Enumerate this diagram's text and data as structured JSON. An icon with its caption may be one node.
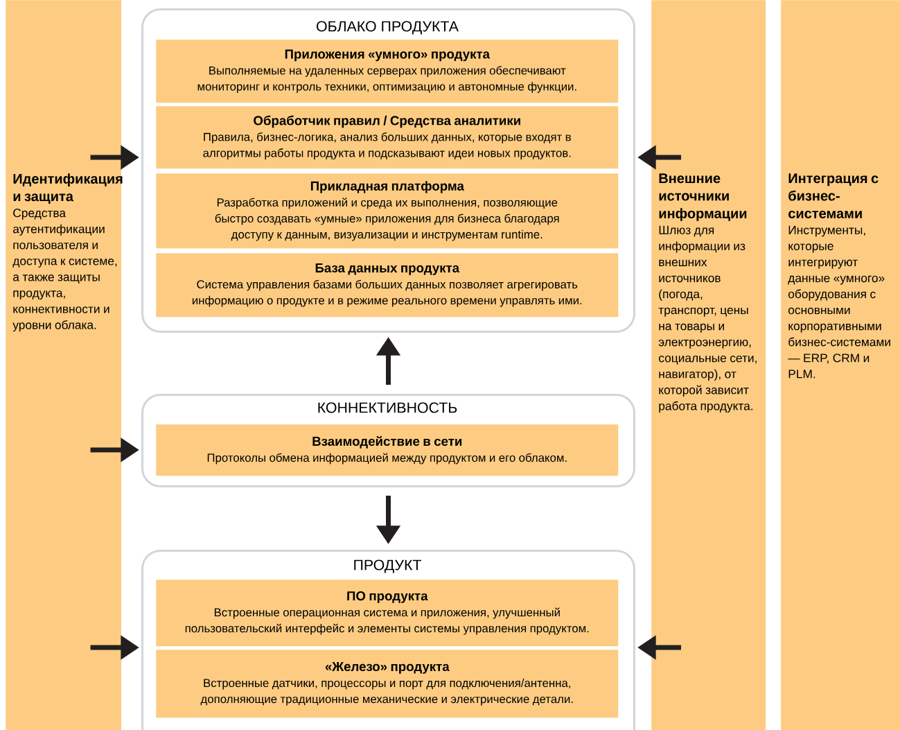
{
  "diagram": {
    "nodes": [
      {
        "text": [
          "Идентификация и защита",
          "Средства аутентификации пользователя и доступа к системе, а также защиты продукта, коннективности и уровни облака."
        ]
      },
      {
        "text": [
          "ОБЛАКО ПРОДУКТА"
        ]
      },
      {
        "text": [
          "Приложения «умного» продукта",
          "Выполняемые на удаленных серверах приложения обеспечивают мониторинг и контроль техники, оптимизацию и автономные функции."
        ],
        "in": 1
      },
      {
        "text": [
          "Обработчик правил / Средства аналитики",
          "Правила, бизнес-логика, анализ больших данных, которые входят в алгоритмы работы продукта и подсказывают идеи новых продуктов."
        ],
        "in": 1
      },
      {
        "text": [
          "Прикладная платформа",
          "Разработка приложений и среда их выполнения, позволяющие быстро создавать «умные» приложения для бизнеса благодаря доступу к данным, визуализации и инструментам runtime."
        ],
        "in": 1
      },
      {
        "text": [
          "База данных продукта",
          "Система управления базами больших данных позволяет агрегировать информацию о продукте и в режиме реального времени управлять ими."
        ],
        "in": 1
      },
      {
        "text": [
          "КОННЕКТИВНОСТЬ"
        ]
      },
      {
        "text": [
          "Взаимодействие в сети",
          "Протоколы обмена информацией между продуктом и его облаком."
        ],
        "in": 6
      },
      {
        "text": [
          "ПРОДУКТ"
        ]
      },
      {
        "text": [
          "ПО продукта",
          "Встроенные операционная система и приложения, улучшенный пользовательский интерфейс и элементы системы управления продуктом."
        ],
        "in": 8
      },
      {
        "text": [
          "«Железо» продукта",
          "Встроенные датчики, процессоры и порт для подключения/антенна, дополняющие традиционные механические и электрические детали."
        ],
        "in": 8
      },
      {
        "text": [
          "Внешние источники информации",
          "Шлюз для информации из внешних источников (погода, транспорт, цены на товары и электроэнергию, социальные сети, навигатор), от которой зависит работа продукта."
        ]
      },
      {
        "text": [
          "Интеграция с бизнес-системами",
          "Инструменты, которые интегрируют данные «умного» оборудования с основными корпоративными бизнес-системами — ERP, CRM и PLM."
        ]
      }
    ],
    "edges": [
      {
        "from": 0,
        "to": 1,
        "arrow": "to"
      },
      {
        "from": 11,
        "to": 1,
        "arrow": "to"
      },
      {
        "from": 6,
        "to": 1,
        "arrow": "to"
      },
      {
        "from": 0,
        "to": 6,
        "arrow": "to"
      },
      {
        "from": 6,
        "to": 8,
        "arrow": "to"
      },
      {
        "from": 0,
        "to": 8,
        "arrow": "to"
      },
      {
        "from": 11,
        "to": 8,
        "arrow": "to"
      }
    ]
  }
}
